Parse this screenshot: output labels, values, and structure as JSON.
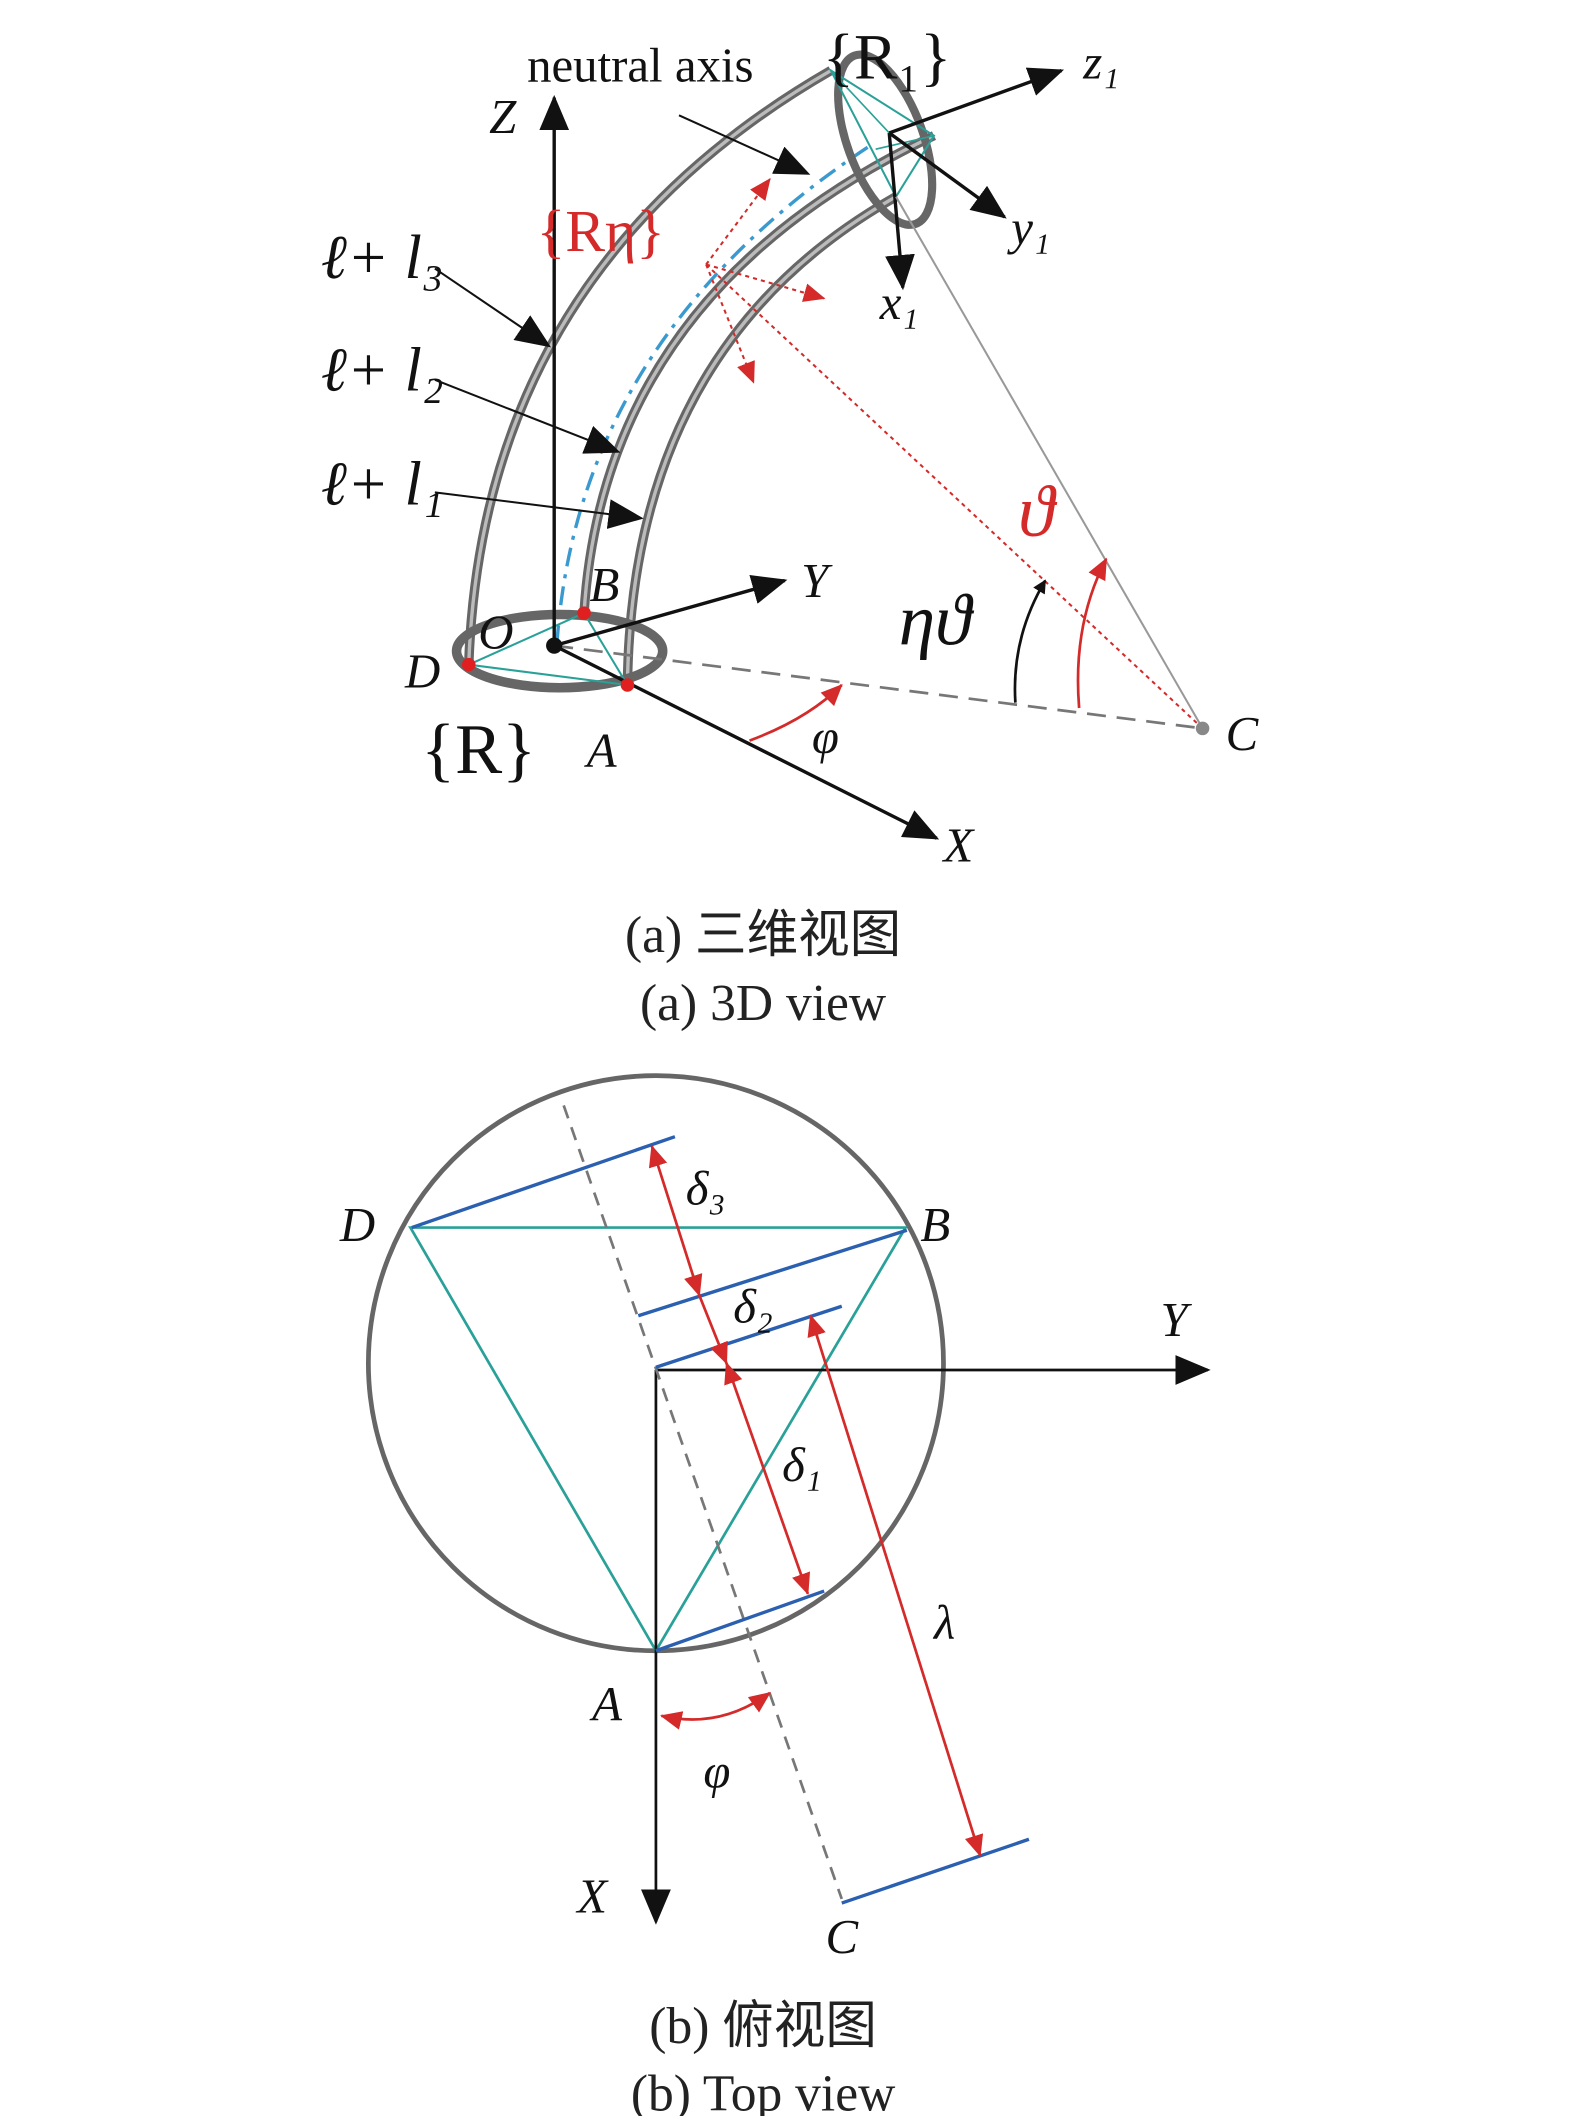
{
  "view_a": {
    "neutral_axis": "neutral axis",
    "frame_R1": "{R₁}",
    "frame_R": "{R}",
    "frame_Reta": "{Rη}",
    "z_axis": "Z",
    "y_axis": "Y",
    "x_axis": "X",
    "z1": "z₁",
    "y1": "y₁",
    "x1": "x₁",
    "len3": "ℓ+ l₃",
    "len2": "ℓ+ l₂",
    "len1": "ℓ+ l₁",
    "point_O": "O",
    "point_B": "B",
    "point_D": "D",
    "point_A": "A",
    "point_C": "C",
    "theta": "ϑ",
    "eta_theta": "ηϑ",
    "phi": "φ",
    "caption_cn": "(a) 三维视图",
    "caption_en": "(a) 3D view"
  },
  "view_b": {
    "point_D": "D",
    "point_B": "B",
    "point_A": "A",
    "point_C": "C",
    "y_axis": "Y",
    "x_axis": "X",
    "delta3": "δ₃",
    "delta2": "δ₂",
    "delta1": "δ₁",
    "lambda": "λ",
    "phi": "φ",
    "caption_cn": "(b) 俯视图",
    "caption_en": "(b) Top view"
  },
  "colors": {
    "red": "#d42a2a",
    "teal": "#2aa198",
    "blue": "#2b5fb0",
    "gray": "#707070"
  }
}
